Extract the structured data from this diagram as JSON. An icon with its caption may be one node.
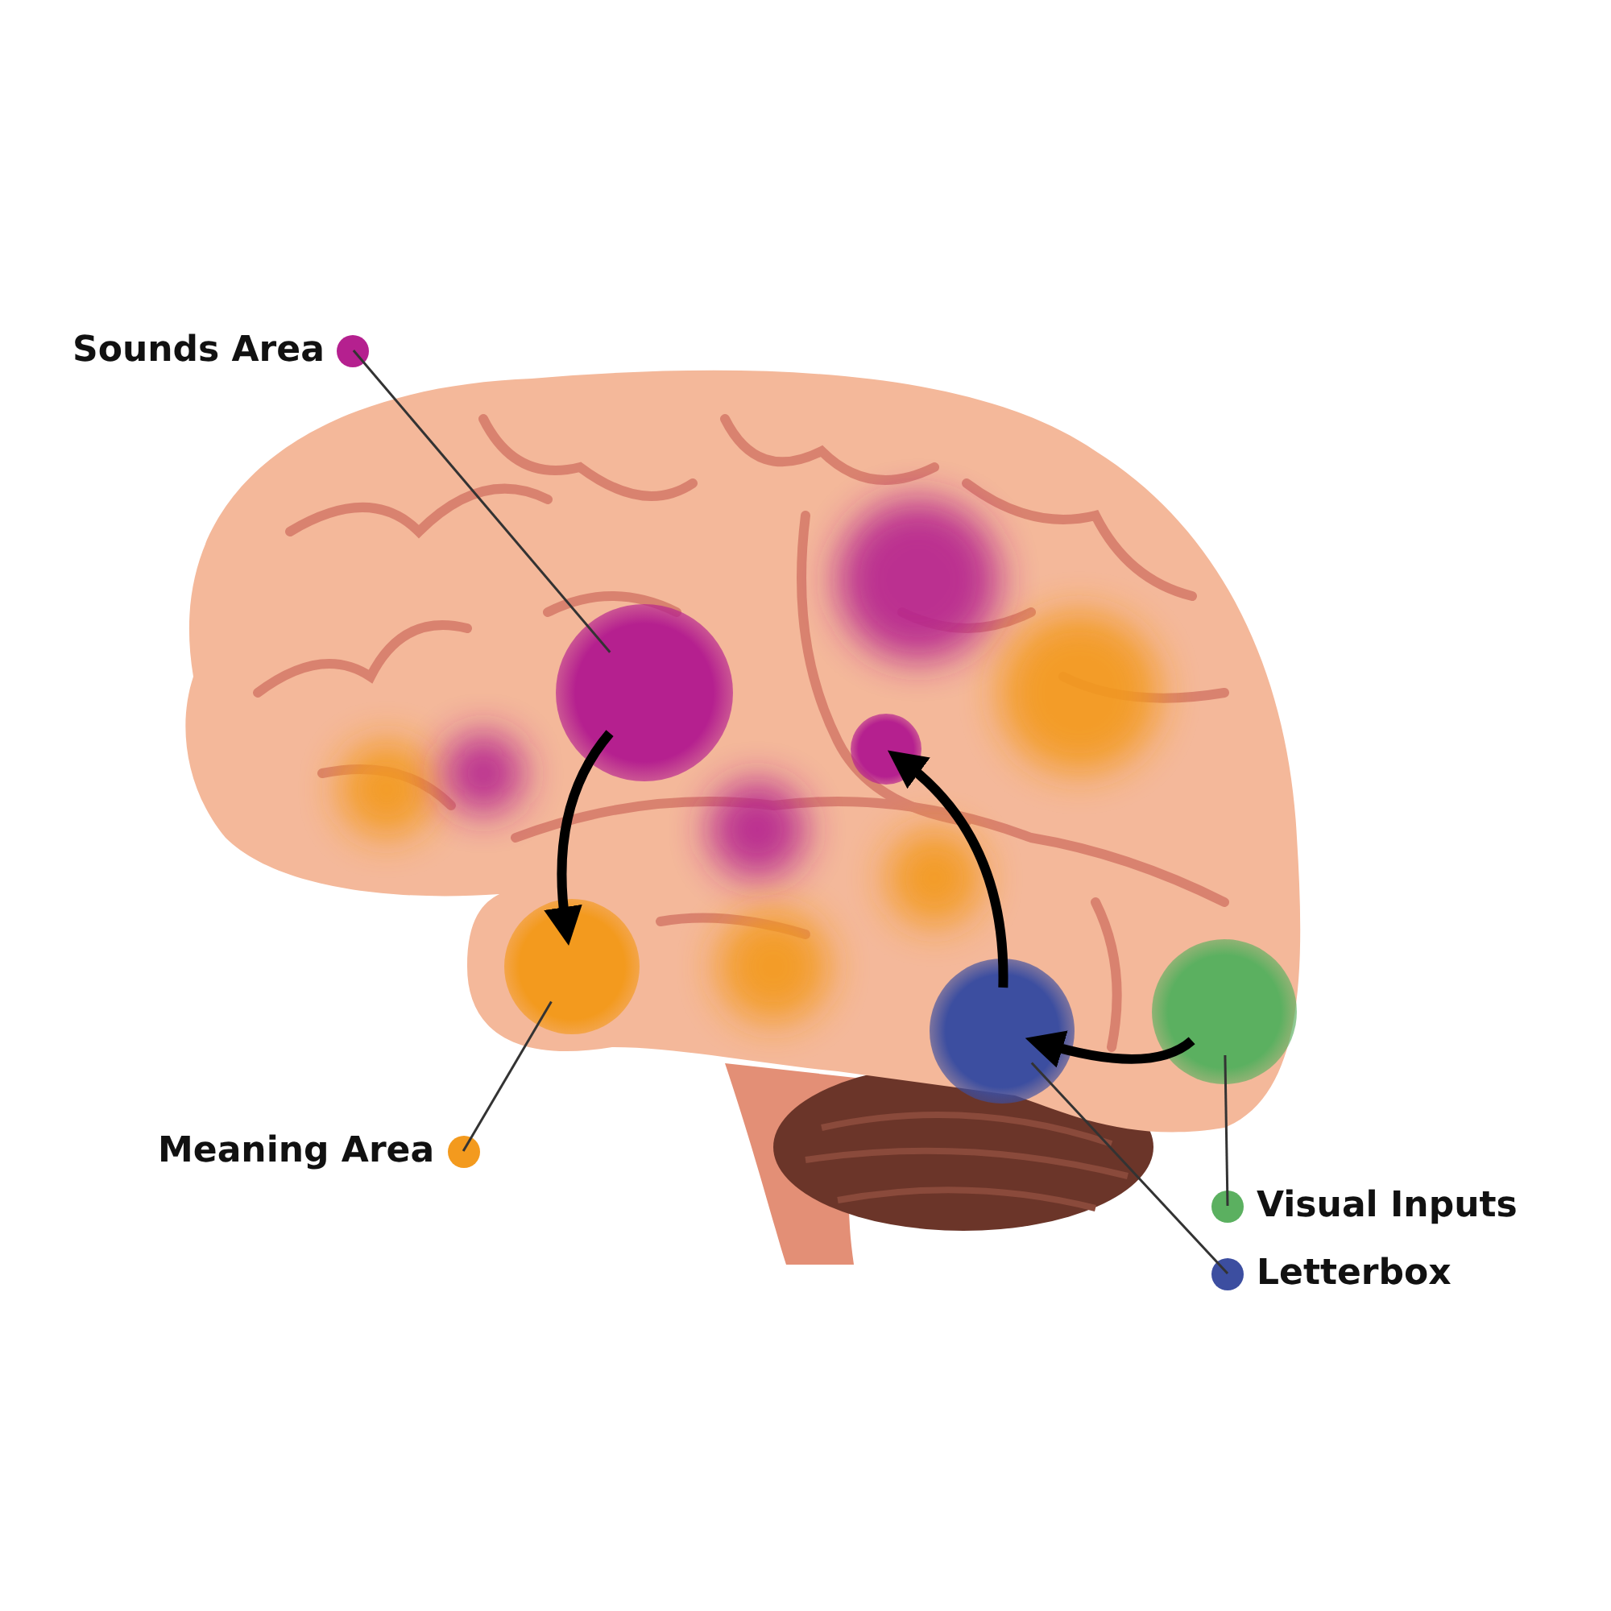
{
  "diagram": {
    "nodes": [
      {
        "text": [
          "Sounds Area"
        ]
      },
      {
        "text": [
          "Meaning Area"
        ]
      },
      {
        "text": [
          "Visual Inputs"
        ]
      },
      {
        "text": [
          "Letterbox"
        ]
      },
      {
        "text": [],
        "shape": "circle"
      },
      {
        "text": [],
        "shape": "circle"
      },
      {
        "text": [],
        "shape": "circle"
      },
      {
        "text": [],
        "shape": "circle"
      },
      {
        "text": [],
        "shape": "circle"
      }
    ],
    "edges": [
      {
        "from": 0,
        "to": 4,
        "arrow": "none"
      },
      {
        "from": 1,
        "to": 5,
        "arrow": "none"
      },
      {
        "from": 2,
        "to": 6,
        "arrow": "none"
      },
      {
        "from": 3,
        "to": 7,
        "arrow": "none"
      },
      {
        "from": 6,
        "to": 7,
        "arrow": "to",
        "style": "thick"
      },
      {
        "from": 7,
        "to": 8,
        "arrow": "to",
        "style": "thick"
      },
      {
        "from": 4,
        "to": 5,
        "arrow": "to",
        "style": "thick"
      }
    ]
  }
}
